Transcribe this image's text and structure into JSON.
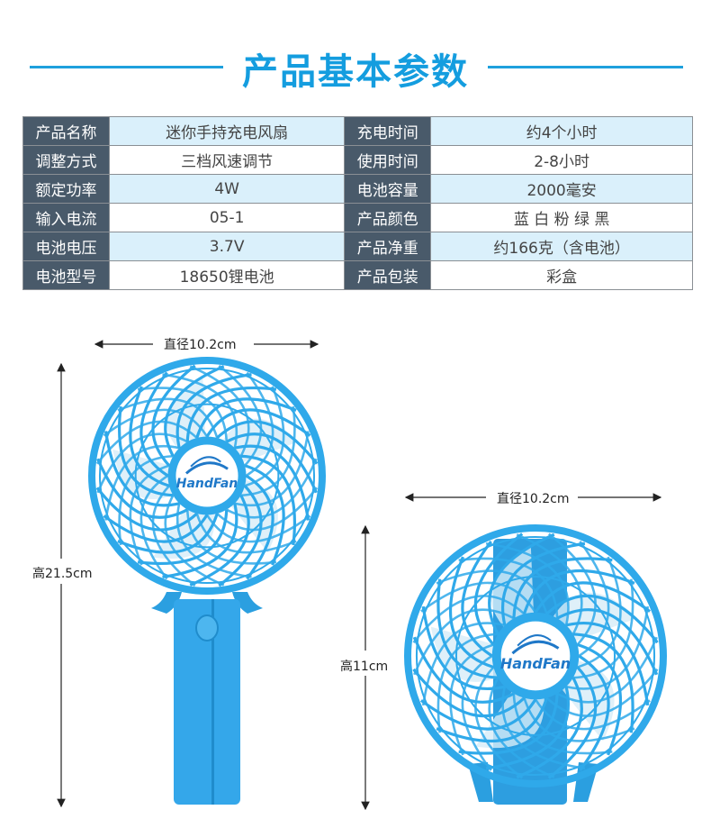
{
  "title": "产品基本参数",
  "specs": [
    {
      "k1": "产品名称",
      "v1": "迷你手持充电风扇",
      "k2": "充电时间",
      "v2": "约4个小时"
    },
    {
      "k1": "调整方式",
      "v1": "三档风速调节",
      "k2": "使用时间",
      "v2": "2-8小时"
    },
    {
      "k1": "额定功率",
      "v1": "4W",
      "k2": "电池容量",
      "v2": "2000毫安"
    },
    {
      "k1": "输入电流",
      "v1": "05-1",
      "k2": "产品颜色",
      "v2": "蓝 白 粉 绿 黑"
    },
    {
      "k1": "电池电压",
      "v1": "3.7V",
      "k2": "产品净重",
      "v2": "约166克（含电池）"
    },
    {
      "k1": "电池型号",
      "v1": "18650锂电池",
      "k2": "产品包装",
      "v2": "彩盒"
    }
  ],
  "dimensions": {
    "fan1_diameter": "直径10.2cm",
    "fan1_height": "高21.5cm",
    "fan2_diameter": "直径10.2cm",
    "fan2_height": "高11cm"
  },
  "logo_text": "HandFan",
  "colors": {
    "accent": "#149ddf",
    "fan_blue": "#2fa9ea",
    "key_cell": "#495a6a",
    "row_tint": "#daf0fb"
  }
}
